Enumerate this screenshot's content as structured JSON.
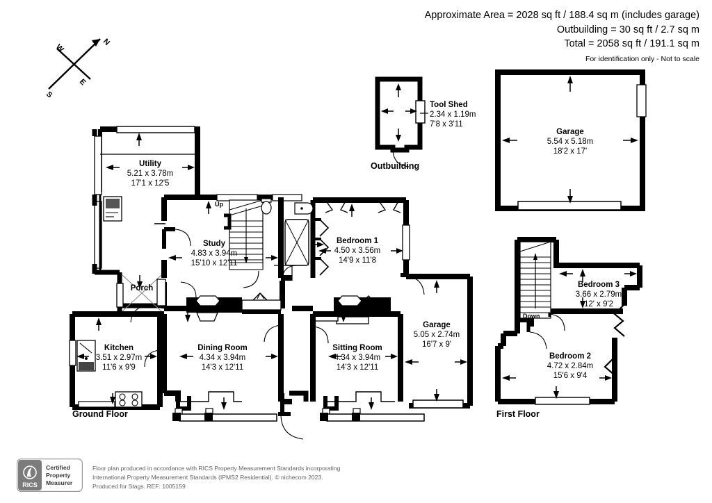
{
  "header": {
    "line1": "Approximate Area = 2028 sq ft / 188.4 sq m (includes garage)",
    "line2": "Outbuilding = 30 sq ft / 2.7 sq m",
    "line3": "Total = 2058 sq ft / 191.1 sq m",
    "disclaimer": "For identification only - Not to scale"
  },
  "compass": {
    "n": "N",
    "s": "S",
    "e": "E",
    "w": "W"
  },
  "floors": {
    "ground": "Ground Floor",
    "first": "First Floor",
    "outbuilding": "Outbuilding"
  },
  "stairs": {
    "up": "Up",
    "down": "Down"
  },
  "rooms": [
    {
      "name": "Utility",
      "metric": "5.21 x 3.78m",
      "imperial": "17'1 x 12'5"
    },
    {
      "name": "Study",
      "metric": "4.83 x 3.94m",
      "imperial": "15'10 x 12'11"
    },
    {
      "name": "Porch",
      "metric": "",
      "imperial": ""
    },
    {
      "name": "Kitchen",
      "metric": "3.51 x 2.97m",
      "imperial": "11'6 x 9'9"
    },
    {
      "name": "Dining Room",
      "metric": "4.34 x 3.94m",
      "imperial": "14'3 x 12'11"
    },
    {
      "name": "Bedroom 1",
      "metric": "4.50 x 3.56m",
      "imperial": "14'9 x 11'8"
    },
    {
      "name": "Sitting Room",
      "metric": "4.34 x 3.94m",
      "imperial": "14'3 x 12'11"
    },
    {
      "name": "Garage",
      "metric": "5.05 x 2.74m",
      "imperial": "16'7 x 9'"
    },
    {
      "name": "Tool Shed",
      "metric": "2.34 x 1.19m",
      "imperial": "7'8 x 3'11"
    },
    {
      "name": "Garage",
      "metric": "5.54 x 5.18m",
      "imperial": "18'2 x 17'"
    },
    {
      "name": "Bedroom 3",
      "metric": "3.66 x 2.79m",
      "imperial": "12' x 9'2"
    },
    {
      "name": "Bedroom 2",
      "metric": "4.72 x 2.84m",
      "imperial": "15'6 x 9'4"
    }
  ],
  "footer": {
    "badge_brand": "RICS",
    "badge_line1": "Certified",
    "badge_line2": "Property",
    "badge_line3": "Measurer",
    "credit1": "Floor plan produced in accordance with RICS Property Measurement Standards incorporating",
    "credit2": "International Property Measurement Standards (IPMS2 Residential).   © nichecom 2023.",
    "credit3": "Produced for Stags.   REF: 1005159"
  },
  "colors": {
    "wall": "#000000",
    "paper": "#ffffff",
    "credit_text": "#5f5f5f",
    "badge_gray": "#7c7c7c"
  }
}
